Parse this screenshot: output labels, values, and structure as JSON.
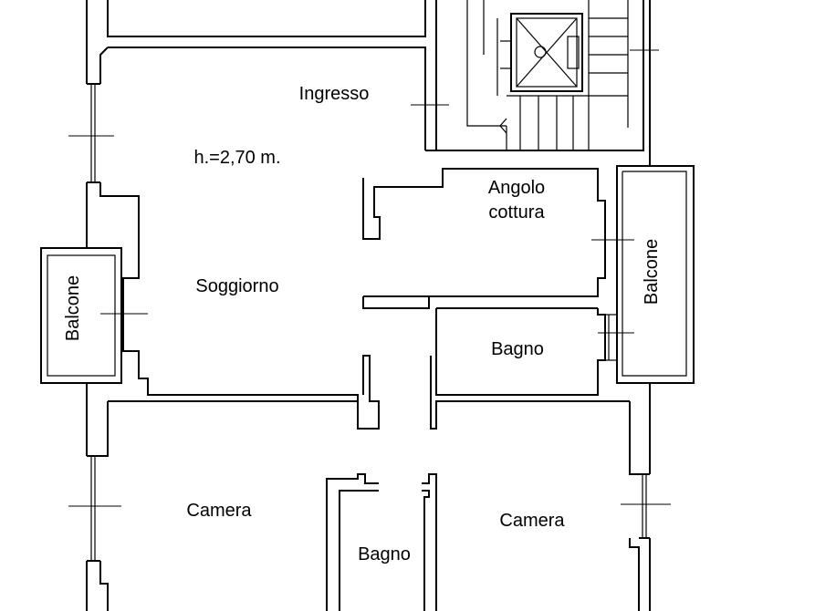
{
  "rooms": {
    "ingresso": "Ingresso",
    "height_note": "h.=2,70 m.",
    "angolo_cottura": [
      "Angolo",
      "cottura"
    ],
    "soggiorno": "Soggiorno",
    "balcone_left": "Balcone",
    "balcone_right": "Balcone",
    "bagno_upper": "Bagno",
    "camera_left": "Camera",
    "bagno_lower": "Bagno",
    "camera_right": "Camera"
  },
  "colors": {
    "background": "#ffffff",
    "line": "#000000"
  }
}
